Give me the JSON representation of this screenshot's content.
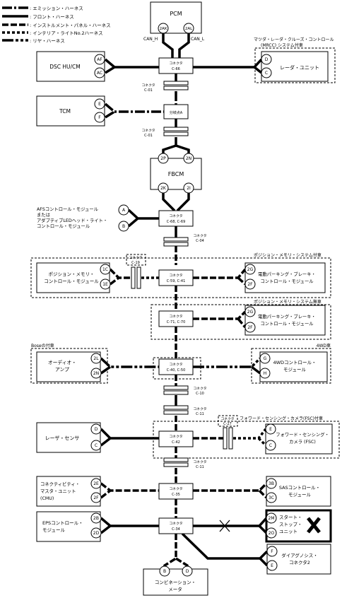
{
  "legend": [
    {
      "style": "em",
      "label": ": エミッション・ハーネス"
    },
    {
      "style": "fr",
      "label": ": フロント・ハーネス"
    },
    {
      "style": "ip",
      "label": ": インストルメント・パネル・ハーネス"
    },
    {
      "style": "in2",
      "label": ": インテリア・ライトNo.2ハーネス"
    },
    {
      "style": "rr",
      "label": ": リヤ・ハーネス"
    }
  ],
  "modules": {
    "pcm": "PCM",
    "dsc": "DSC HU/CM",
    "tcm": "TCM",
    "fbcm": "FBCM",
    "afs_lines": [
      "AFSコントロール・モジュール",
      "または",
      "アダプティブLEDヘッド・ライト・",
      "コントロール・モジュール"
    ],
    "radar": "レーダ・ユニット",
    "pos_lines": [
      "ポジション・メモリ・",
      "コントロール・モジュール"
    ],
    "epb1_lines": [
      "電動パーキング・ブレーキ・",
      "コントロール・モジュール"
    ],
    "epb2_lines": [
      "電動パーキング・ブレーキ・",
      "コントロール・モジュール"
    ],
    "audio_lines": [
      "オーディオ・",
      "アンプ"
    ],
    "awd_lines": [
      "4WDコントロール・",
      "モジュール"
    ],
    "laser": "レーザ・センサ",
    "fsc_lines": [
      "フォワード・センシング・",
      "カメラ (FSC)"
    ],
    "cmu_lines": [
      "コネクティビティ・",
      "マスタ・ユニット",
      "(CMU)"
    ],
    "sas_lines": [
      "SASコントロール・",
      "モジュール"
    ],
    "eps_lines": [
      "EPSコントロール・",
      "モジュール"
    ],
    "start_lines": [
      "スタート・",
      "ストップ・",
      "ユニット"
    ],
    "diag_lines": [
      "ダイアグノシス・",
      "コネクタ2"
    ],
    "meter_lines": [
      "コンビネーション・",
      "メータ"
    ]
  },
  "notes": {
    "mrcc_lines": [
      "マツダ・レーダ・クルーズ・コントロール",
      "(MRCC) システム付車"
    ],
    "pos_with": "ポジション・メモリ・システム付車",
    "pos_without": "ポジション・メモリ・システム無車",
    "bose": "Boseの付車",
    "awd": "4WD車",
    "fsc_with": "フォワード・センシング・カメラ(FSC)付車",
    "can_h": "CAN_H",
    "can_l": "CAN_L",
    "junction": "分岐点A"
  },
  "pins": {
    "pcm_1": "2AK",
    "pcm_2": "2AL",
    "dsc_1": "AF",
    "dsc_2": "AC",
    "radar_1": "D",
    "radar_2": "C",
    "tcm_1": "E",
    "tcm_2": "F",
    "fbcm_top1": "2P",
    "fbcm_top2": "2N",
    "fbcm_bot1": "2K",
    "fbcm_bot2": "2I",
    "afs_1": "A",
    "afs_2": "B",
    "pos_1": "1C",
    "pos_2": "1E",
    "epb1_1": "2G",
    "epb1_2": "2F",
    "epb2_1": "2G",
    "epb2_2": "2F",
    "audio_1": "2L",
    "audio_2": "2N",
    "awd_1": "G",
    "awd_2": "H",
    "laser_1": "D",
    "laser_2": "C",
    "fsc_1": "E",
    "fsc_2": "C",
    "cmu_1": "2E",
    "cmu_2": "2F",
    "sas_1": "3B",
    "sas_2": "3C",
    "eps_1": "2B",
    "eps_2": "2D",
    "start_1": "2M",
    "start_2": "2O",
    "diag_1": "F",
    "diag_2": "E",
    "meter_1": "B",
    "meter_2": "D"
  },
  "connectors": {
    "c66": [
      "コネクタ",
      "C-66"
    ],
    "c01a": [
      "コネクタ",
      "C-01"
    ],
    "c01b": [
      "コネクタ",
      "C-01"
    ],
    "c68": [
      "コネクタ",
      "C-68, C-69"
    ],
    "c04": [
      "コネクタ",
      "C-04"
    ],
    "c19": [
      "コネクタ",
      "C-19"
    ],
    "c59": [
      "コネクタ",
      "C-59, C-41"
    ],
    "c71": [
      "コネクタ",
      "C-71, C-70"
    ],
    "c40": [
      "コネクタ",
      "C-40, C-50"
    ],
    "c10": [
      "コネクタ",
      "C-10"
    ],
    "c11a": [
      "コネクタ",
      "C-11"
    ],
    "c27": [
      "コネクタ",
      "C-27"
    ],
    "c42": [
      "コネクタ",
      "C-42"
    ],
    "c11b": [
      "コネクタ",
      "C-11"
    ],
    "c35": [
      "コネクタ",
      "C-35"
    ],
    "c34": [
      "コネクタ",
      "C-34"
    ]
  }
}
